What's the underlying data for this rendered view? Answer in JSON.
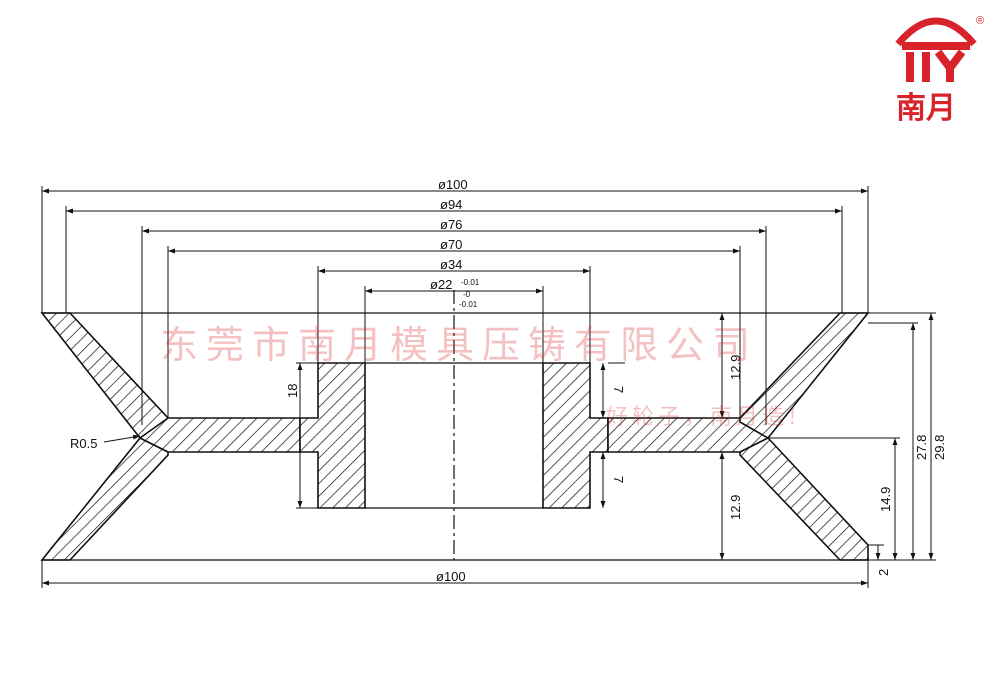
{
  "logo": {
    "text": "南月",
    "registered": "®",
    "color": "#d8232a"
  },
  "watermark": {
    "company": "东莞市南月模具压铸有限公司",
    "slogan": "好轮子，南月造!"
  },
  "dimensions": {
    "d100_top": "ø100",
    "d94": "ø94",
    "d76": "ø76",
    "d70": "ø70",
    "d34": "ø34",
    "d22": "ø22",
    "d22_tol_upper": "-0.01",
    "d22_tol_mid": "-0",
    "d22_tol_lower": "-0.01",
    "d100_bottom": "ø100",
    "hub_height": "18",
    "r05": "R0.5",
    "upper_hub_gap": "7",
    "lower_hub_gap": "7",
    "upper_129": "12.9",
    "lower_129": "12.9",
    "h149": "14.9",
    "h278": "27.8",
    "h298": "29.8",
    "h2": "2"
  }
}
